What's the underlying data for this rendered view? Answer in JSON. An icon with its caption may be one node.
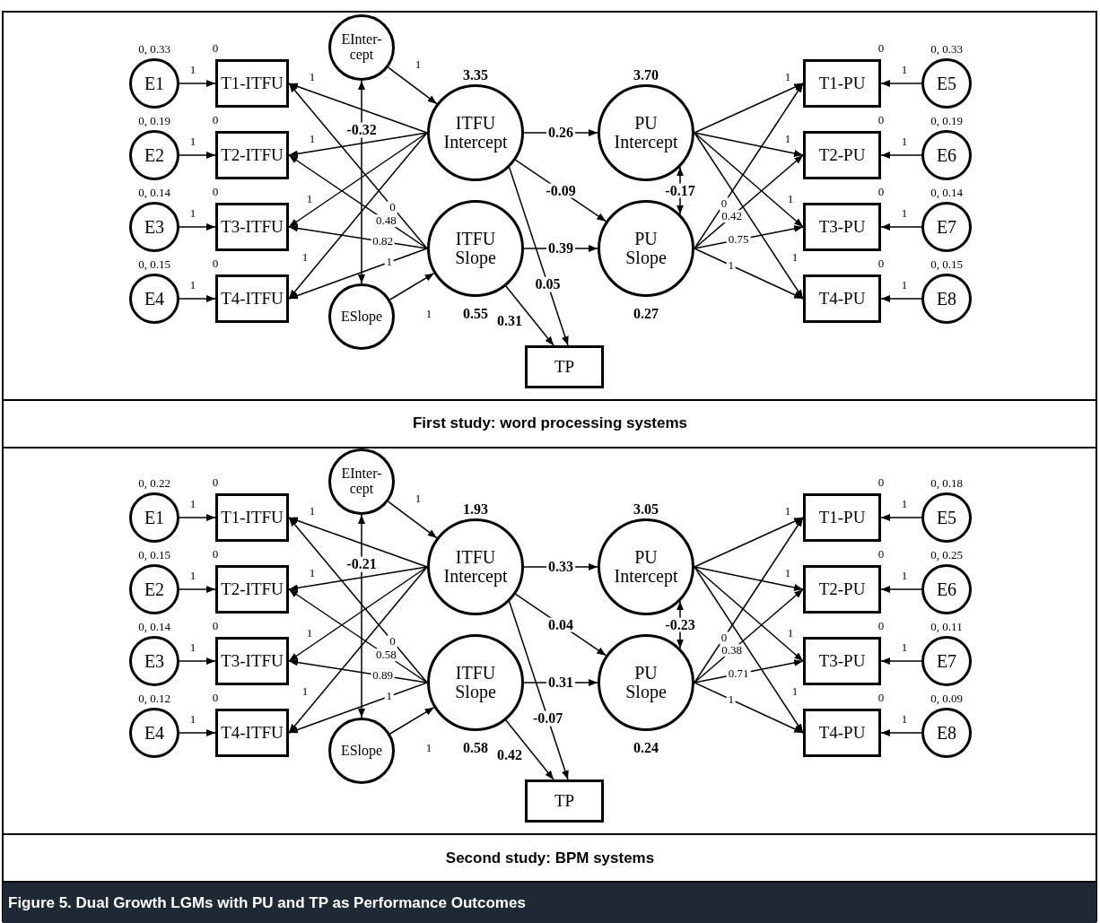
{
  "diagram": {
    "caption": "Figure 5. Dual Growth LGMs with PU and TP as Performance Outcomes",
    "nodes": [
      {
        "text": [
          "E1"
        ],
        "beside": [
          "0, 0.33"
        ]
      },
      {
        "text": [
          "E2"
        ],
        "beside": [
          "0, 0.19"
        ]
      },
      {
        "text": [
          "E3"
        ],
        "beside": [
          "0, 0.14"
        ]
      },
      {
        "text": [
          "E4"
        ],
        "beside": [
          "0, 0.15"
        ]
      },
      {
        "text": [
          "T1-ITFU"
        ],
        "beside": [
          "0"
        ]
      },
      {
        "text": [
          "T2-ITFU"
        ],
        "beside": [
          "0"
        ]
      },
      {
        "text": [
          "T3-ITFU"
        ],
        "beside": [
          "0"
        ]
      },
      {
        "text": [
          "T4-ITFU"
        ],
        "beside": [
          "0"
        ]
      },
      {
        "text": [
          "EInter-cept"
        ]
      },
      {
        "text": [
          "ESlope"
        ]
      },
      {
        "text": [
          "ITFU Intercept"
        ],
        "beside": [
          "3.35"
        ]
      },
      {
        "text": [
          "ITFU Slope"
        ],
        "beside": [
          "0.55"
        ]
      },
      {
        "text": [
          "PU Intercept"
        ],
        "beside": [
          "3.70"
        ]
      },
      {
        "text": [
          "PU Slope"
        ],
        "beside": [
          "0.27"
        ]
      },
      {
        "text": [
          "T1-PU"
        ],
        "beside": [
          "0"
        ]
      },
      {
        "text": [
          "T2-PU"
        ],
        "beside": [
          "0"
        ]
      },
      {
        "text": [
          "T3-PU"
        ],
        "beside": [
          "0"
        ]
      },
      {
        "text": [
          "T4-PU"
        ],
        "beside": [
          "0"
        ]
      },
      {
        "text": [
          "E5"
        ],
        "beside": [
          "0, 0.33"
        ]
      },
      {
        "text": [
          "E6"
        ],
        "beside": [
          "0, 0.19"
        ]
      },
      {
        "text": [
          "E7"
        ],
        "beside": [
          "0, 0.14"
        ]
      },
      {
        "text": [
          "E8"
        ],
        "beside": [
          "0, 0.15"
        ]
      },
      {
        "text": [
          "TP"
        ]
      },
      {
        "text": [
          "E1"
        ],
        "beside": [
          "0, 0.22"
        ]
      },
      {
        "text": [
          "E2"
        ],
        "beside": [
          "0, 0.15"
        ]
      },
      {
        "text": [
          "E3"
        ],
        "beside": [
          "0, 0.14"
        ]
      },
      {
        "text": [
          "E4"
        ],
        "beside": [
          "0, 0.12"
        ]
      },
      {
        "text": [
          "T1-ITFU"
        ],
        "beside": [
          "0"
        ]
      },
      {
        "text": [
          "T2-ITFU"
        ],
        "beside": [
          "0"
        ]
      },
      {
        "text": [
          "T3-ITFU"
        ],
        "beside": [
          "0"
        ]
      },
      {
        "text": [
          "T4-ITFU"
        ],
        "beside": [
          "0"
        ]
      },
      {
        "text": [
          "EInter-cept"
        ]
      },
      {
        "text": [
          "ESlope"
        ]
      },
      {
        "text": [
          "ITFU Intercept"
        ],
        "beside": [
          "1.93"
        ]
      },
      {
        "text": [
          "ITFU Slope"
        ],
        "beside": [
          "0.58"
        ]
      },
      {
        "text": [
          "PU Intercept"
        ],
        "beside": [
          "3.05"
        ]
      },
      {
        "text": [
          "PU Slope"
        ],
        "beside": [
          "0.24"
        ]
      },
      {
        "text": [
          "T1-PU"
        ],
        "beside": [
          "0"
        ]
      },
      {
        "text": [
          "T2-PU"
        ],
        "beside": [
          "0"
        ]
      },
      {
        "text": [
          "T3-PU"
        ],
        "beside": [
          "0"
        ]
      },
      {
        "text": [
          "T4-PU"
        ],
        "beside": [
          "0"
        ]
      },
      {
        "text": [
          "E5"
        ],
        "beside": [
          "0, 0.18"
        ]
      },
      {
        "text": [
          "E6"
        ],
        "beside": [
          "0, 0.25"
        ]
      },
      {
        "text": [
          "E7"
        ],
        "beside": [
          "0, 0.11"
        ]
      },
      {
        "text": [
          "E8"
        ],
        "beside": [
          "0, 0.09"
        ]
      },
      {
        "text": [
          "TP"
        ]
      }
    ],
    "edges": [
      {
        "from": 0,
        "to": 4,
        "arrow": "to",
        "label": "1"
      },
      {
        "from": 1,
        "to": 5,
        "arrow": "to",
        "label": "1"
      },
      {
        "from": 2,
        "to": 6,
        "arrow": "to",
        "label": "1"
      },
      {
        "from": 3,
        "to": 7,
        "arrow": "to",
        "label": "1"
      },
      {
        "from": 8,
        "to": 10,
        "arrow": "to",
        "label": "1"
      },
      {
        "from": 9,
        "to": 11,
        "arrow": "to",
        "label": "1"
      },
      {
        "from": 8,
        "to": 9,
        "arrow": "both",
        "label": "-0.32"
      },
      {
        "from": 10,
        "to": 4,
        "arrow": "to",
        "label": "1"
      },
      {
        "from": 10,
        "to": 5,
        "arrow": "to",
        "label": "1"
      },
      {
        "from": 10,
        "to": 6,
        "arrow": "to",
        "label": "1"
      },
      {
        "from": 10,
        "to": 7,
        "arrow": "to",
        "label": "1"
      },
      {
        "from": 11,
        "to": 4,
        "arrow": "to",
        "label": "0"
      },
      {
        "from": 11,
        "to": 5,
        "arrow": "to",
        "label": "0.48"
      },
      {
        "from": 11,
        "to": 6,
        "arrow": "to",
        "label": "0.82"
      },
      {
        "from": 11,
        "to": 7,
        "arrow": "to",
        "label": "1"
      },
      {
        "from": 10,
        "to": 12,
        "arrow": "to",
        "label": "0.26"
      },
      {
        "from": 10,
        "to": 13,
        "arrow": "to",
        "label": "-0.09"
      },
      {
        "from": 11,
        "to": 13,
        "arrow": "to",
        "label": "0.39"
      },
      {
        "from": 12,
        "to": 13,
        "arrow": "both",
        "label": "-0.17"
      },
      {
        "from": 10,
        "to": 22,
        "arrow": "to",
        "label": "0.05"
      },
      {
        "from": 11,
        "to": 22,
        "arrow": "to",
        "label": "0.31"
      },
      {
        "from": 12,
        "to": 14,
        "arrow": "to",
        "label": "1"
      },
      {
        "from": 12,
        "to": 15,
        "arrow": "to",
        "label": "1"
      },
      {
        "from": 12,
        "to": 16,
        "arrow": "to",
        "label": "1"
      },
      {
        "from": 12,
        "to": 17,
        "arrow": "to",
        "label": "1"
      },
      {
        "from": 13,
        "to": 14,
        "arrow": "to",
        "label": "0"
      },
      {
        "from": 13,
        "to": 15,
        "arrow": "to",
        "label": "0.42"
      },
      {
        "from": 13,
        "to": 16,
        "arrow": "to",
        "label": "0.75"
      },
      {
        "from": 13,
        "to": 17,
        "arrow": "to",
        "label": "1"
      },
      {
        "from": 18,
        "to": 14,
        "arrow": "to",
        "label": "1"
      },
      {
        "from": 19,
        "to": 15,
        "arrow": "to",
        "label": "1"
      },
      {
        "from": 20,
        "to": 16,
        "arrow": "to",
        "label": "1"
      },
      {
        "from": 21,
        "to": 17,
        "arrow": "to",
        "label": "1"
      },
      {
        "from": 23,
        "to": 27,
        "arrow": "to",
        "label": "1"
      },
      {
        "from": 24,
        "to": 28,
        "arrow": "to",
        "label": "1"
      },
      {
        "from": 25,
        "to": 29,
        "arrow": "to",
        "label": "1"
      },
      {
        "from": 26,
        "to": 30,
        "arrow": "to",
        "label": "1"
      },
      {
        "from": 31,
        "to": 33,
        "arrow": "to",
        "label": "1"
      },
      {
        "from": 32,
        "to": 34,
        "arrow": "to",
        "label": "1"
      },
      {
        "from": 31,
        "to": 32,
        "arrow": "both",
        "label": "-0.21"
      },
      {
        "from": 33,
        "to": 27,
        "arrow": "to",
        "label": "1"
      },
      {
        "from": 33,
        "to": 28,
        "arrow": "to",
        "label": "1"
      },
      {
        "from": 33,
        "to": 29,
        "arrow": "to",
        "label": "1"
      },
      {
        "from": 33,
        "to": 30,
        "arrow": "to",
        "label": "1"
      },
      {
        "from": 34,
        "to": 27,
        "arrow": "to",
        "label": "0"
      },
      {
        "from": 34,
        "to": 28,
        "arrow": "to",
        "label": "0.58"
      },
      {
        "from": 34,
        "to": 29,
        "arrow": "to",
        "label": "0.89"
      },
      {
        "from": 34,
        "to": 30,
        "arrow": "to",
        "label": "1"
      },
      {
        "from": 33,
        "to": 35,
        "arrow": "to",
        "label": "0.33"
      },
      {
        "from": 33,
        "to": 36,
        "arrow": "to",
        "label": "0.04"
      },
      {
        "from": 34,
        "to": 36,
        "arrow": "to",
        "label": "0.31"
      },
      {
        "from": 35,
        "to": 36,
        "arrow": "both",
        "label": "-0.23"
      },
      {
        "from": 33,
        "to": 45,
        "arrow": "to",
        "label": "-0.07"
      },
      {
        "from": 34,
        "to": 45,
        "arrow": "to",
        "label": "0.42"
      },
      {
        "from": 35,
        "to": 37,
        "arrow": "to",
        "label": "1"
      },
      {
        "from": 35,
        "to": 38,
        "arrow": "to",
        "label": "1"
      },
      {
        "from": 35,
        "to": 39,
        "arrow": "to",
        "label": "1"
      },
      {
        "from": 35,
        "to": 40,
        "arrow": "to",
        "label": "1"
      },
      {
        "from": 36,
        "to": 37,
        "arrow": "to",
        "label": "0"
      },
      {
        "from": 36,
        "to": 38,
        "arrow": "to",
        "label": "0.38"
      },
      {
        "from": 36,
        "to": 39,
        "arrow": "to",
        "label": "0.71"
      },
      {
        "from": 36,
        "to": 40,
        "arrow": "to",
        "label": "1"
      },
      {
        "from": 41,
        "to": 37,
        "arrow": "to",
        "label": "1"
      },
      {
        "from": 42,
        "to": 38,
        "arrow": "to",
        "label": "1"
      },
      {
        "from": 43,
        "to": 39,
        "arrow": "to",
        "label": "1"
      },
      {
        "from": 44,
        "to": 40,
        "arrow": "to",
        "label": "1"
      }
    ],
    "labels": [
      "First study: word processing systems",
      "Second study: BPM systems"
    ]
  }
}
